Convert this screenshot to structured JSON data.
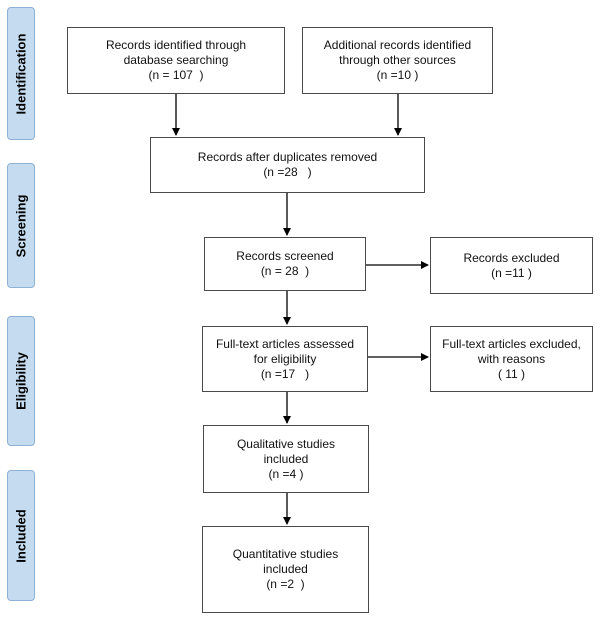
{
  "phases": {
    "identification": "Identification",
    "screening": "Screening",
    "eligibility": "Eligibility",
    "included": "Included"
  },
  "boxes": {
    "database": {
      "line1": "Records identified through",
      "line2": "database searching",
      "line3": "(n = 107  )"
    },
    "other_sources": {
      "line1": "Additional records identified",
      "line2": "through other sources",
      "line3": "(n =10 )"
    },
    "after_duplicates": {
      "line1": "Records after duplicates removed",
      "line2": "(n =28   )"
    },
    "screened": {
      "line1": "Records screened",
      "line2": "(n = 28  )"
    },
    "excluded": {
      "line1": "Records excluded",
      "line2": "(n =11 )"
    },
    "fulltext_assessed": {
      "line1": "Full-text articles assessed",
      "line2": "for eligibility",
      "line3": "(n =17   )"
    },
    "fulltext_excluded": {
      "line1": "Full-text articles excluded,",
      "line2": "with reasons",
      "line3": "( 11 )"
    },
    "qualitative": {
      "line1": "Qualitative studies",
      "line2": "included",
      "line3": "(n =4 )"
    },
    "quantitative": {
      "line1": "Quantitative studies",
      "line2": "included",
      "line3": "(n =2  )"
    }
  }
}
